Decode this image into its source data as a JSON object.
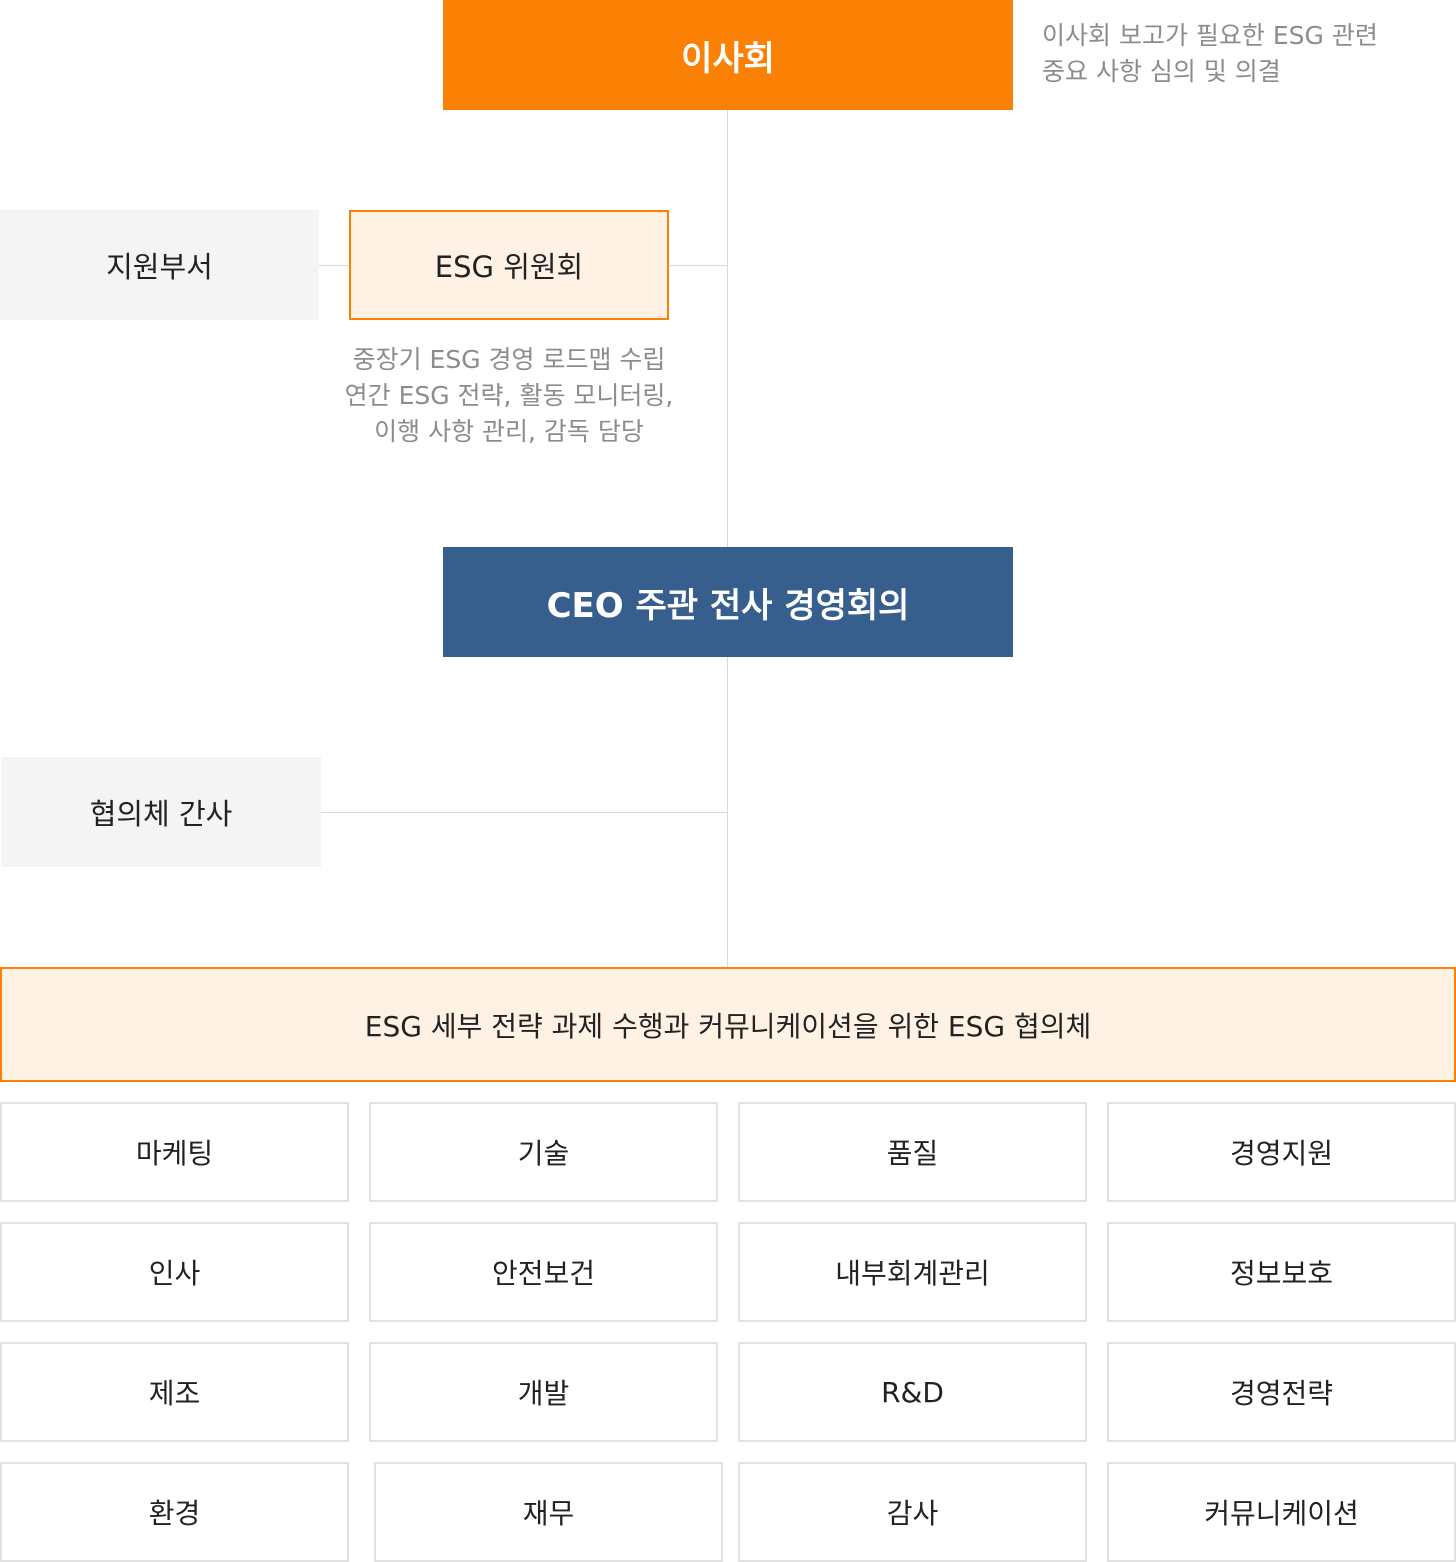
{
  "board": {
    "title": "이사회",
    "desc_line1": "이사회 보고가 필요한 ESG 관련",
    "desc_line2": "중요 사항 심의 및 의결"
  },
  "support_dept": "지원부서",
  "esg_committee": {
    "title": "ESG 위원회",
    "desc_line1": "중장기 ESG 경영 로드맵 수립",
    "desc_line2": "연간 ESG 전략, 활동 모니터링,",
    "desc_line3": "이행 사항 관리, 감독 담당"
  },
  "ceo_meeting": "CEO 주관 전사 경영회의",
  "council_secretary": "협의체 간사",
  "esg_council": "ESG 세부 전략 과제 수행과 커뮤니케이션을 위한 ESG 협의체",
  "departments": [
    [
      "마케팅",
      "기술",
      "품질",
      "경영지원"
    ],
    [
      "인사",
      "안전보건",
      "내부회계관리",
      "정보보호"
    ],
    [
      "제조",
      "개발",
      "R&D",
      "경영전략"
    ],
    [
      "환경",
      "재무",
      "감사",
      "커뮤니케이션"
    ]
  ],
  "colors": {
    "accent_orange": "#fb8104",
    "orange_light": "#fff1e3",
    "navy": "#375f8e",
    "gray_box": "#f4f4f4",
    "desc_text": "#8c8c8c"
  }
}
